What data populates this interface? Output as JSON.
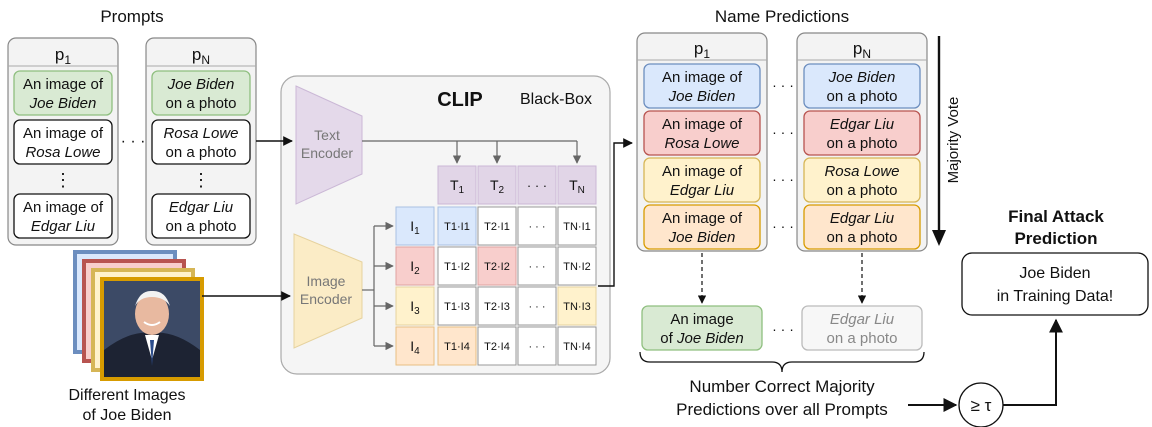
{
  "prompts_section": {
    "title": "Prompts",
    "p1_label": "p",
    "p1_sub": "1",
    "pN_label": "p",
    "pN_sub": "N",
    "p1_items": [
      {
        "line1": "An image of",
        "line2": "Joe Biden",
        "italic_line": 2
      },
      {
        "line1": "An image of",
        "line2": "Rosa Lowe",
        "italic_line": 2
      },
      {
        "line1": "An image of",
        "line2": "Edgar Liu",
        "italic_line": 2
      }
    ],
    "pN_items": [
      {
        "line1": "Joe Biden",
        "line2": "on a photo",
        "italic_line": 1
      },
      {
        "line1": "Rosa Lowe",
        "line2": "on a photo",
        "italic_line": 1
      },
      {
        "line1": "Edgar Liu",
        "line2": "on a photo",
        "italic_line": 1
      }
    ],
    "ellipsis_h": "· · ·",
    "ellipsis_v": "⋮"
  },
  "images_section": {
    "caption_line1": "Different Images",
    "caption_line2": "of Joe Biden"
  },
  "clip_section": {
    "title": "CLIP",
    "blackbox_label": "Black-Box",
    "text_encoder_line1": "Text",
    "text_encoder_line2": "Encoder",
    "image_encoder_line1": "Image",
    "image_encoder_line2": "Encoder",
    "text_features": [
      {
        "main": "T",
        "sub": "1"
      },
      {
        "main": "T",
        "sub": "2"
      },
      {
        "main": "· · ·",
        "sub": ""
      },
      {
        "main": "T",
        "sub": "N"
      }
    ],
    "image_features": [
      {
        "main": "I",
        "sub": "1"
      },
      {
        "main": "I",
        "sub": "2"
      },
      {
        "main": "I",
        "sub": "3"
      },
      {
        "main": "I",
        "sub": "4"
      }
    ],
    "matrix_rows": [
      [
        "T1·I1",
        "T2·I1",
        "· · ·",
        "TN·I1"
      ],
      [
        "T1·I2",
        "T2·I2",
        "· · ·",
        "TN·I2"
      ],
      [
        "T1·I3",
        "T2·I3",
        "· · ·",
        "TN·I3"
      ],
      [
        "T1·I4",
        "T2·I4",
        "· · ·",
        "TN·I4"
      ]
    ]
  },
  "predictions_section": {
    "title": "Name Predictions",
    "p1_label": "p",
    "p1_sub": "1",
    "pN_label": "p",
    "pN_sub": "N",
    "p1_items": [
      {
        "line1": "An image of",
        "line2": "Joe Biden",
        "italic_line": 2,
        "color": "blue"
      },
      {
        "line1": "An image of",
        "line2": "Rosa Lowe",
        "italic_line": 2,
        "color": "red"
      },
      {
        "line1": "An image of",
        "line2": "Edgar Liu",
        "italic_line": 2,
        "color": "yellow"
      },
      {
        "line1": "An image of",
        "line2": "Joe Biden",
        "italic_line": 2,
        "color": "orange"
      }
    ],
    "pN_items": [
      {
        "line1": "Joe Biden",
        "line2": "on a photo",
        "italic_line": 1,
        "color": "blue"
      },
      {
        "line1": "Edgar Liu",
        "line2": "on a photo",
        "italic_line": 1,
        "color": "red"
      },
      {
        "line1": "Rosa Lowe",
        "line2": "on a photo",
        "italic_line": 1,
        "color": "yellow"
      },
      {
        "line1": "Edgar Liu",
        "line2": "on a photo",
        "italic_line": 1,
        "color": "orange"
      }
    ],
    "majority_vote_label": "Majority Vote",
    "result_p1": {
      "line1": "An image",
      "line2_plain": "of ",
      "line2_italic": "Joe Biden"
    },
    "result_pN": {
      "line1": "Edgar Liu",
      "line2": "on a photo"
    },
    "count_line1": "Number Correct Majority",
    "count_line2": "Predictions over all Prompts"
  },
  "attack_section": {
    "title_line1": "Final Attack",
    "title_line2": "Prediction",
    "result_line1": "Joe Biden",
    "result_line2": "in Training Data!",
    "threshold_label": "≥ τ"
  },
  "colors": {
    "green_fill": "#d9ead3",
    "green_stroke": "#8fbf7f",
    "blue_fill": "#dae8fc",
    "blue_stroke": "#6c8ebf",
    "red_fill": "#f8cecc",
    "red_stroke": "#b85450",
    "yellow_fill": "#fff2cc",
    "yellow_stroke": "#d6b656",
    "orange_fill": "#ffe6cc",
    "orange_stroke": "#d79b00",
    "purple_fill": "#e1d5e7",
    "encoder_text_fill": "#e4d9ea",
    "encoder_image_fill": "#fbecc6",
    "panel_fill": "#f3f3f3",
    "clip_fill": "#f5f5f5",
    "gray_text": "#888888"
  }
}
